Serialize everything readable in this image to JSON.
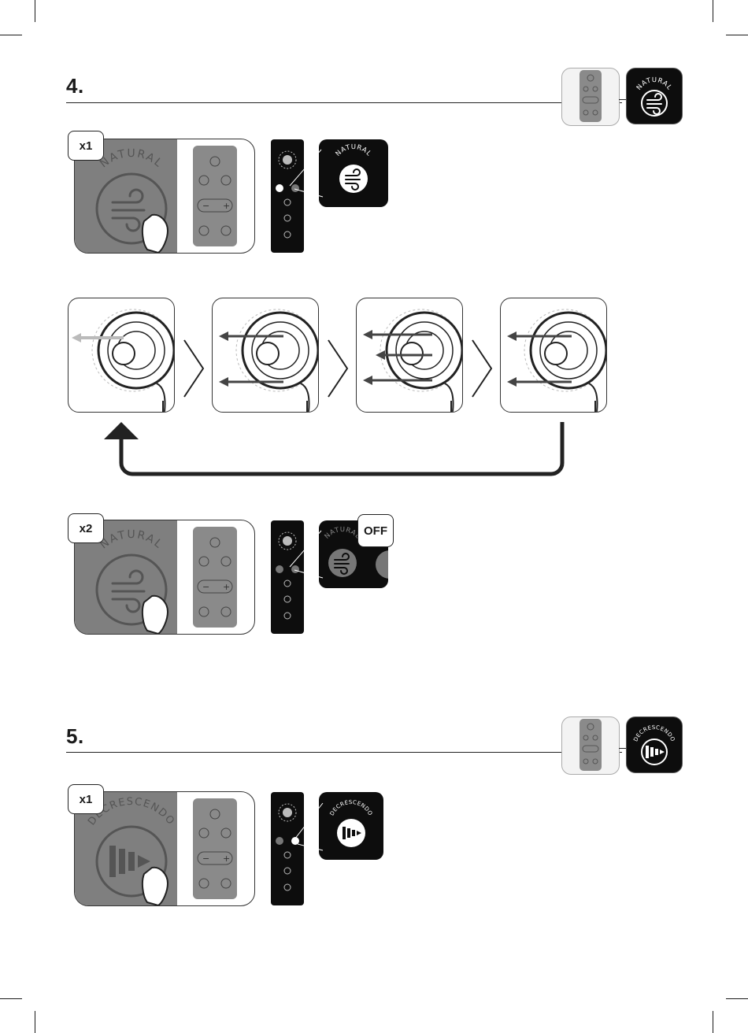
{
  "section4": {
    "number": "4.",
    "mode_label": "NATURAL",
    "step1": {
      "badge": "x1"
    },
    "step2": {
      "badge": "x2",
      "off_label": "OFF"
    }
  },
  "section5": {
    "number": "5.",
    "mode_label": "DECRESCENDO",
    "step1": {
      "badge": "x1"
    }
  },
  "colors": {
    "panel_grey": "#7f7f7f",
    "remote_black": "#0d0d0d",
    "button_grey": "#8a8a8a"
  }
}
